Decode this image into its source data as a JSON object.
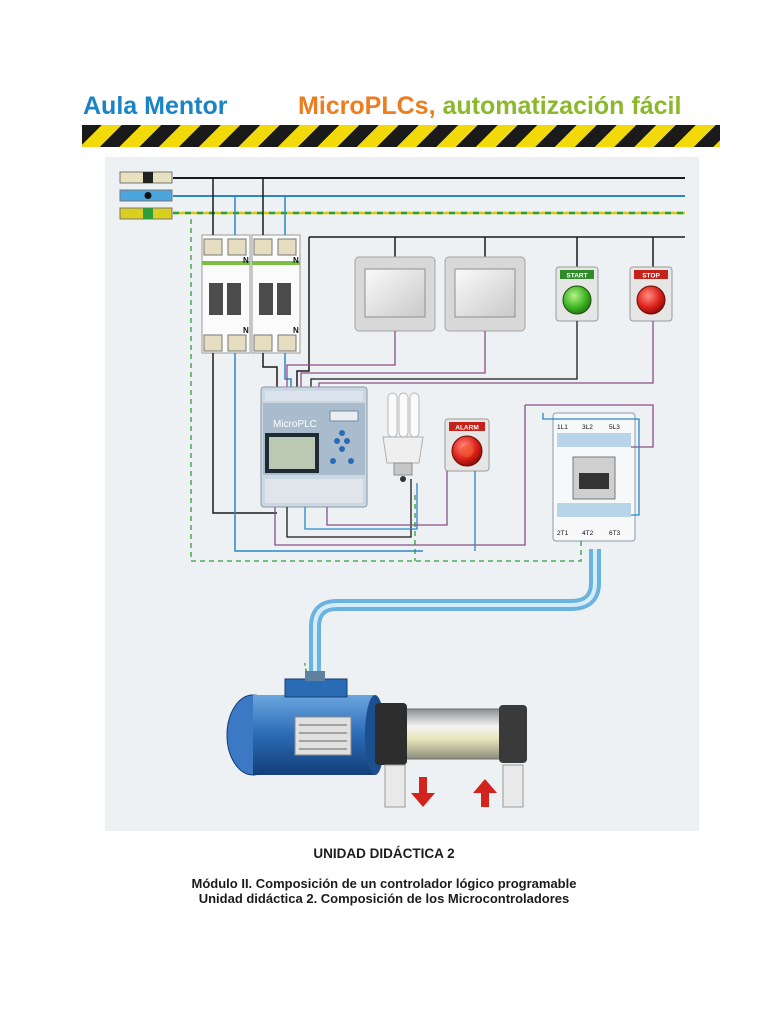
{
  "header": {
    "left": "Aula Mentor",
    "right_part1": "MicroPLCs,",
    "right_part2": "automatización fácil"
  },
  "diagram": {
    "plc_brand": "MicroPLC",
    "start_label": "START",
    "stop_label": "STOP",
    "alarm_label": "ALARM",
    "breaker_neutral": "N",
    "contactor_top_terminals": [
      "1L1",
      "3L2",
      "5L3"
    ],
    "contactor_bottom_terminals": [
      "2T1",
      "4T2",
      "6T3"
    ]
  },
  "footer": {
    "unit_title": "UNIDAD DIDÁCTICA 2",
    "module_line": "Módulo II. Composición de un controlador lógico programable",
    "unit_line": "Unidad didáctica 2. Composición de los Microcontroladores"
  },
  "colors": {
    "brand_blue": "#1a84c7",
    "brand_orange": "#ee7d1f",
    "brand_green": "#8cb82b",
    "wire_blue": "#2a88c8",
    "wire_purple": "#8a4f86",
    "wire_earth": "#2f9e3a"
  }
}
